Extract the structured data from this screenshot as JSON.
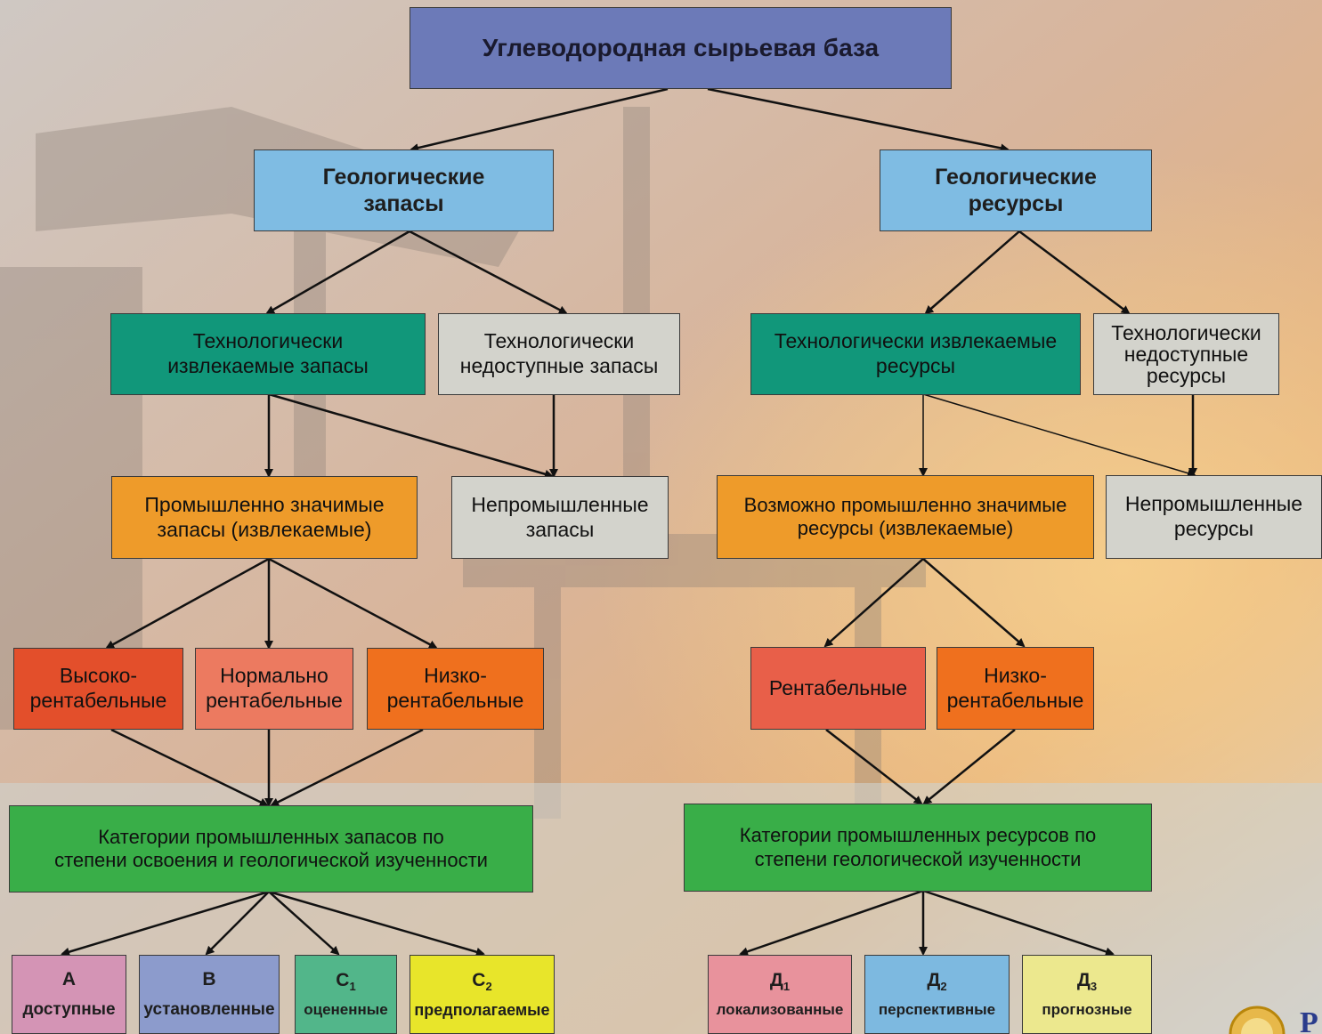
{
  "nodes": {
    "root": "Углеводородная сырьевая база",
    "geo_reserves": "Геологические\nзапасы",
    "geo_resources": "Геологические\nресурсы",
    "tech_recoverable_reserves": "Технологически\nизвлекаемые запасы",
    "tech_inaccessible_reserves": "Технологически\nнедоступные запасы",
    "tech_recoverable_resources": "Технологически извлекаемые\nресурсы",
    "tech_inaccessible_resources": "Технологически\nнедоступные\nресурсы",
    "industrial_reserves": "Промышленно значимые\nзапасы (извлекаемые)",
    "nonindustrial_reserves": "Непромышленные\nзапасы",
    "possible_industrial_resources": "Возможно промышленно значимые\nресурсы (извлекаемые)",
    "nonindustrial_resources": "Непромышленные\nресурсы",
    "high_profit": "Высоко-\nрентабельные",
    "normal_profit": "Нормально\nрентабельные",
    "low_profit_reserves": "Низко-\nрентабельные",
    "profitable": "Рентабельные",
    "low_profit_resources": "Низко-\nрентабельные",
    "reserve_categories": "Категории промышленных запасов по\nстепени освоения и геологической изученности",
    "resource_categories": "Категории промышленных ресурсов по\nстепени геологической изученности"
  },
  "categories": {
    "A": {
      "code": "А",
      "sub": "",
      "label": "доступные"
    },
    "B": {
      "code": "В",
      "sub": "",
      "label": "установленные"
    },
    "C1": {
      "code": "С",
      "sub": "1",
      "label": "оцененные"
    },
    "C2": {
      "code": "С",
      "sub": "2",
      "label": "предполагаемые"
    },
    "D1": {
      "code": "Д",
      "sub": "1",
      "label": "локализованные"
    },
    "D2": {
      "code": "Д",
      "sub": "2",
      "label": "перспективные"
    },
    "D3": {
      "code": "Д",
      "sub": "3",
      "label": "прогнозные"
    }
  },
  "colors": {
    "root": "#6c7ab8",
    "geological": "#7fbce3",
    "technological": "#11977a",
    "inaccessible": "#d3d3cc",
    "industrial": "#ee9b2a",
    "category_group": "#39ae48"
  }
}
